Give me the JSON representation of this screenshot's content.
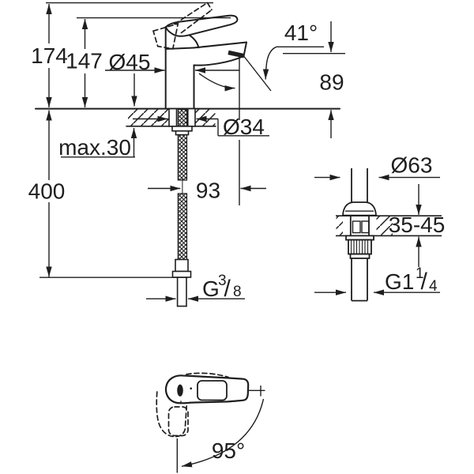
{
  "drawing": {
    "dims": {
      "total_height": "174",
      "height_to_lever": "147",
      "body_diameter": "Ø45",
      "spout_angle": "41°",
      "spout_height": "89",
      "deck_max_thickness": "max.30",
      "hole_diameter": "Ø34",
      "hose_length": "400",
      "spout_projection": "93",
      "drain_flange_diameter": "Ø63",
      "drain_deck_range": "35-45",
      "swivel_angle": "95°"
    },
    "threads": {
      "hose": {
        "prefix": "G",
        "num": "3",
        "slash": "/",
        "den": "8"
      },
      "drain": {
        "prefix": "G1",
        "num": "1",
        "slash": "/",
        "den": "4"
      }
    },
    "colors": {
      "line": "#1e1e1e",
      "background": "#ffffff"
    }
  }
}
